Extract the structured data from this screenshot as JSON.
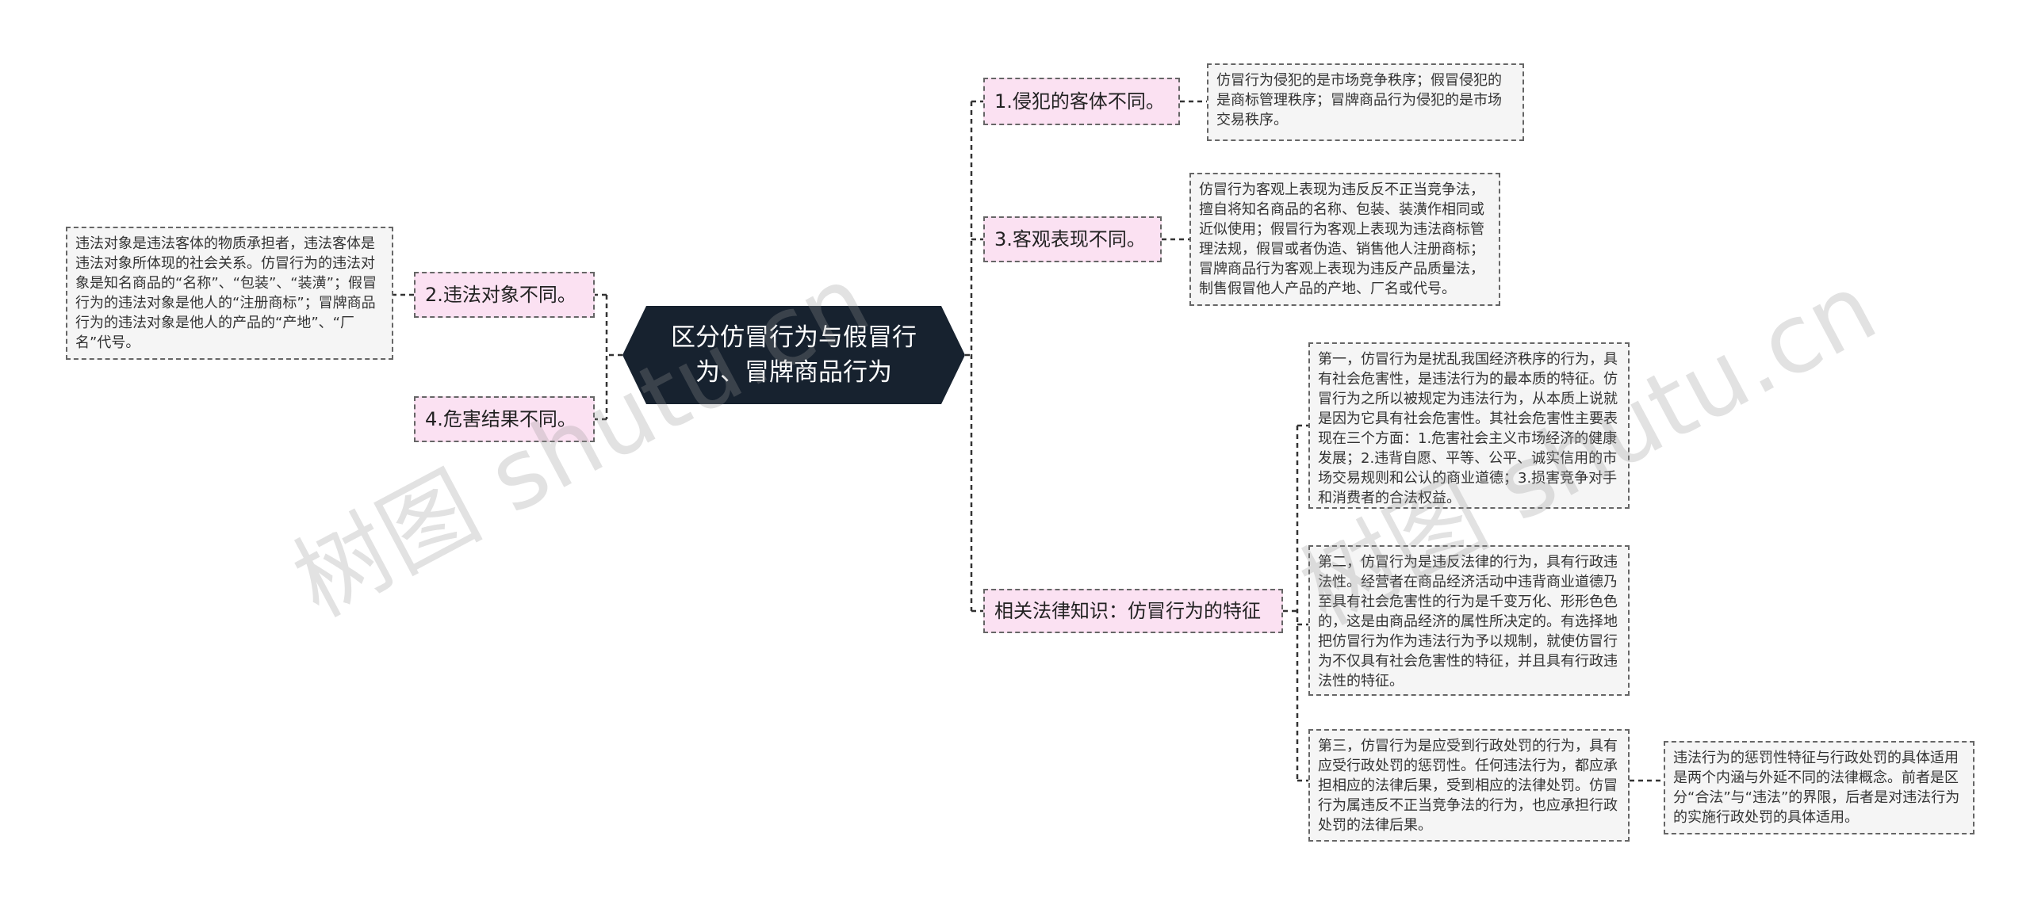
{
  "root": {
    "title": "区分仿冒行为与假冒行为、冒牌商品行为"
  },
  "branches": {
    "b1": "1.侵犯的客体不同。",
    "b2": "2.违法对象不同。",
    "b3": "3.客观表现不同。",
    "b4": "4.危害结果不同。",
    "b5": "相关法律知识：仿冒行为的特征"
  },
  "leaves": {
    "b1_detail": "仿冒行为侵犯的是市场竞争秩序；假冒侵犯的是商标管理秩序；冒牌商品行为侵犯的是市场交易秩序。",
    "b2_detail": "违法对象是违法客体的物质承担者，违法客体是违法对象所体现的社会关系。仿冒行为的违法对象是知名商品的“名称”、“包装”、“装潢”；假冒行为的违法对象是他人的“注册商标”；冒牌商品行为的违法对象是他人的产品的“产地”、“厂名”代号。",
    "b3_detail": "仿冒行为客观上表现为违反反不正当竞争法，擅自将知名商品的名称、包装、装潢作相同或近似使用；假冒行为客观上表现为违法商标管理法规，假冒或者伪造、销售他人注册商标；冒牌商品行为客观上表现为违反产品质量法，制售假冒他人产品的产地、厂名或代号。",
    "b5_first": "第一，仿冒行为是扰乱我国经济秩序的行为，具有社会危害性，是违法行为的最本质的特征。仿冒行为之所以被规定为违法行为，从本质上说就是因为它具有社会危害性。其社会危害性主要表现在三个方面：1.危害社会主义市场经济的健康发展；2.违背自愿、平等、公平、诚实信用的市场交易规则和公认的商业道德；3.损害竞争对手和消费者的合法权益。",
    "b5_second": "第二，仿冒行为是违反法律的行为，具有行政违法性。经营者在商品经济活动中违背商业道德乃至具有社会危害性的行为是千变万化、形形色色的，这是由商品经济的属性所决定的。有选择地把仿冒行为作为违法行为予以规制，就使仿冒行为不仅具有社会危害性的特征，并且具有行政违法性的特征。",
    "b5_third": "第三，仿冒行为是应受到行政处罚的行为，具有应受行政处罚的惩罚性。任何违法行为，都应承担相应的法律后果，受到相应的法律处罚。仿冒行为属违反不正当竞争法的行为，也应承担行政处罚的法律后果。",
    "b5_third_note": "违法行为的惩罚性特征与行政处罚的具体适用是两个内涵与外延不同的法律概念。前者是区分“合法”与“违法”的界限，后者是对违法行为的实施行政处罚的具体适用。"
  },
  "watermark": {
    "left": "树图 shutu.cn",
    "right": "树图 shutu.cn"
  },
  "colors": {
    "root_bg": "#17222f",
    "branch_bg": "#fbe1f2",
    "leaf_bg": "#f5f5f5",
    "line": "#333333"
  }
}
